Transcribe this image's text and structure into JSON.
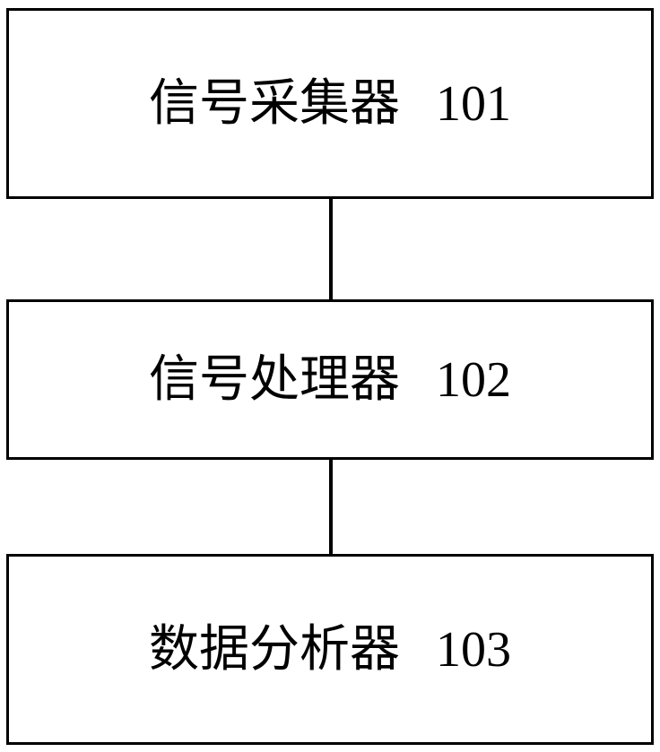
{
  "diagram": {
    "blocks": [
      {
        "label": "信号采集器",
        "code": "101"
      },
      {
        "label": "信号处理器",
        "code": "102"
      },
      {
        "label": "数据分析器",
        "code": "103"
      }
    ],
    "colors": {
      "line": "#000000",
      "background": "#ffffff"
    }
  }
}
